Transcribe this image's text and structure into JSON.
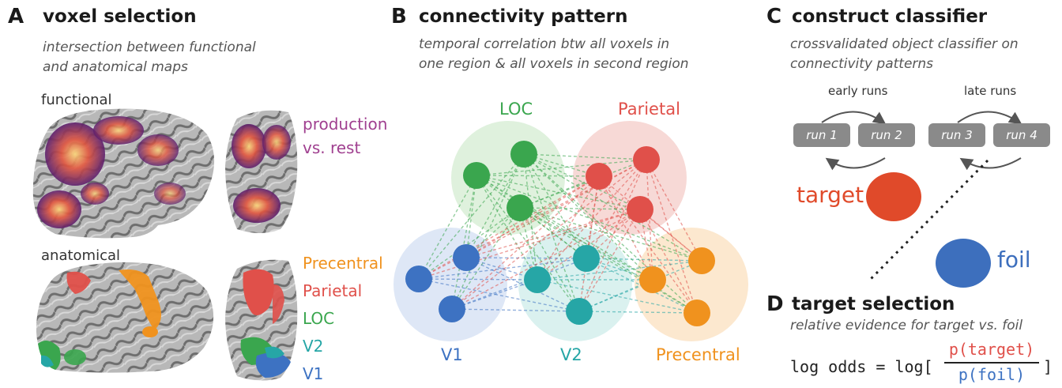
{
  "panelA": {
    "letter": "A",
    "title": "voxel selection",
    "subtitle_line1": "intersection between functional",
    "subtitle_line2": "and anatomical maps",
    "functional_label": "functional",
    "anatomical_label": "anatomical",
    "functional_legend": [
      "production",
      "vs. rest"
    ],
    "anatomical_legend": [
      {
        "name": "Precentral",
        "color": "#f0921e"
      },
      {
        "name": "Parietal",
        "color": "#e0504a"
      },
      {
        "name": "LOC",
        "color": "#3aa64e"
      },
      {
        "name": "V2",
        "color": "#26a6a6"
      },
      {
        "name": "V1",
        "color": "#3d72c2"
      }
    ],
    "legend_color_functional": "#a04090"
  },
  "panelB": {
    "letter": "B",
    "title": "connectivity pattern",
    "subtitle_line1": "temporal correlation btw all voxels in",
    "subtitle_line2": "one region & all voxels in second region",
    "regions": [
      {
        "name": "LOC",
        "color": "#3aa64e",
        "fill": "#d9eed7"
      },
      {
        "name": "Parietal",
        "color": "#e0504a",
        "fill": "#f6d2cf"
      },
      {
        "name": "V1",
        "color": "#3d72c2",
        "fill": "#d8e3f4"
      },
      {
        "name": "V2",
        "color": "#26a6a6",
        "fill": "#d3eeec"
      },
      {
        "name": "Precentral",
        "color": "#f0921e",
        "fill": "#fbe4c7"
      }
    ]
  },
  "panelC": {
    "letter": "C",
    "title": "construct classifier",
    "subtitle_line1": "crossvalidated object classifier on",
    "subtitle_line2": "connectivity patterns",
    "early_label": "early runs",
    "late_label": "late runs",
    "runs": [
      "run 1",
      "run 2",
      "run 3",
      "run 4"
    ],
    "target_label": "target",
    "foil_label": "foil",
    "target_color": "#e04a2a",
    "foil_color": "#3d6fbd"
  },
  "panelD": {
    "letter": "D",
    "title": "target selection",
    "subtitle": "relative evidence for target vs. foil",
    "formula_prefix": "log odds = log[",
    "numerator": "p(target)",
    "denominator": "p(foil)",
    "formula_suffix": "]"
  }
}
